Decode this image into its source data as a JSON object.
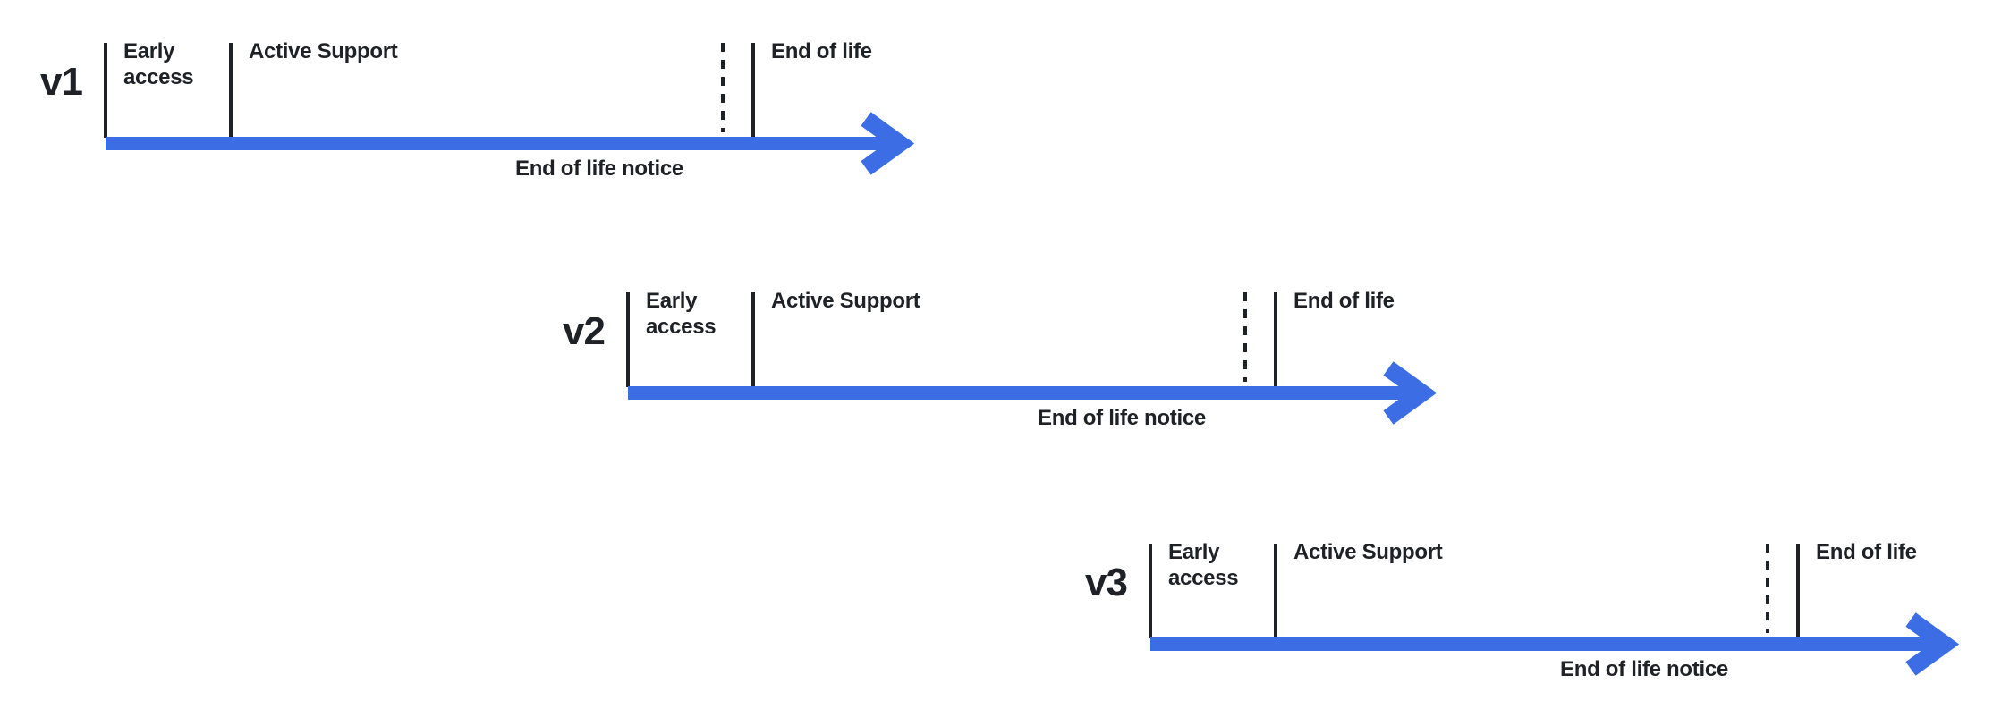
{
  "colors": {
    "accent": "#3C6DE5",
    "ink": "#1E2126"
  },
  "timelines": [
    {
      "version": "v1",
      "phases": {
        "early_access": "Early access",
        "active_support": "Active Support",
        "end_of_life": "End of life"
      },
      "annotation": "End of life notice"
    },
    {
      "version": "v2",
      "phases": {
        "early_access": "Early access",
        "active_support": "Active Support",
        "end_of_life": "End of life"
      },
      "annotation": "End of life notice"
    },
    {
      "version": "v3",
      "phases": {
        "early_access": "Early access",
        "active_support": "Active Support",
        "end_of_life": "End of life"
      },
      "annotation": "End of life notice"
    }
  ]
}
